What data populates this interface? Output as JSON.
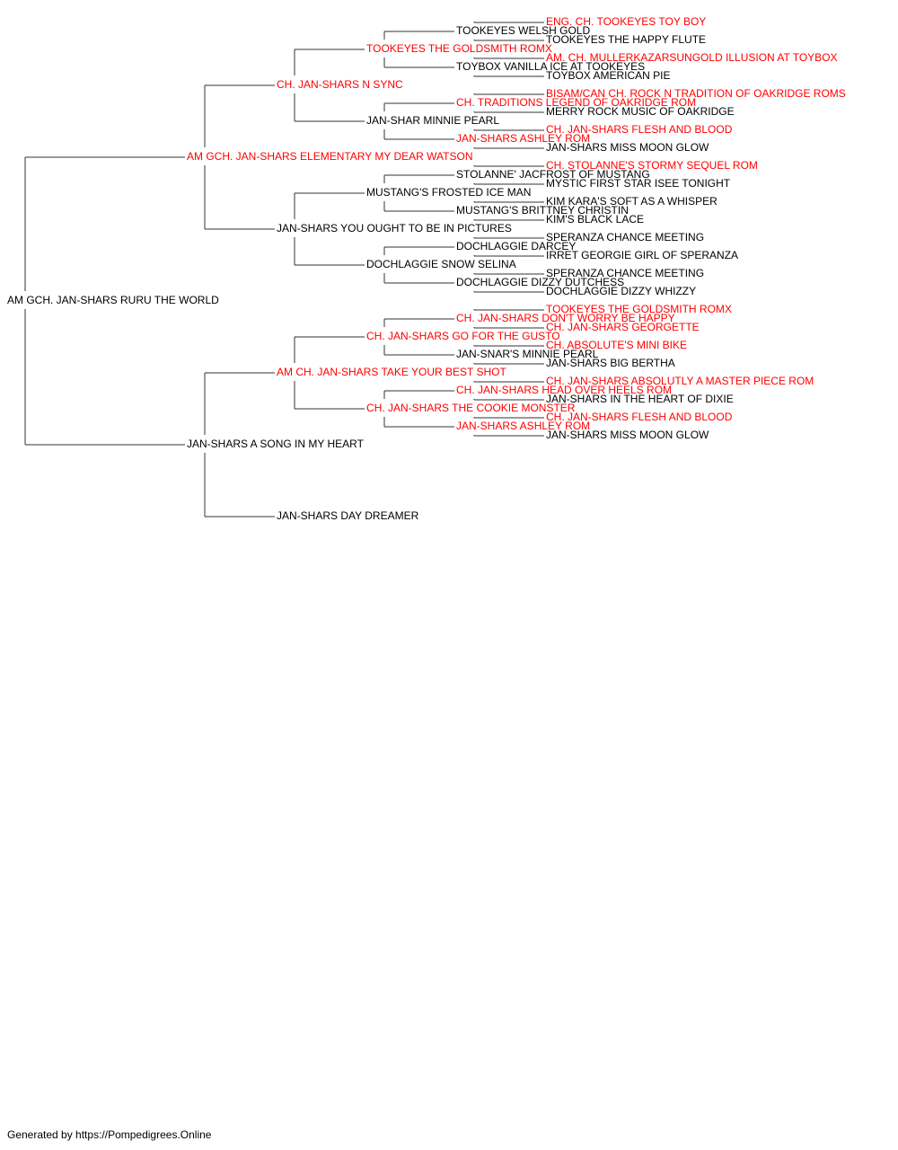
{
  "colors": {
    "champion": "#ff0000",
    "normal": "#000000",
    "connector": "#333333"
  },
  "footer": "Generated by https://Pompedigrees.Online",
  "pedigree": {
    "name": "AM GCH. JAN-SHARS RURU THE WORLD",
    "champion": false,
    "sire": {
      "name": "AM GCH. JAN-SHARS ELEMENTARY MY DEAR WATSON",
      "champion": true,
      "sire": {
        "name": "CH. JAN-SHARS N SYNC",
        "champion": true,
        "sire": {
          "name": "TOOKEYES THE GOLDSMITH ROMX",
          "champion": true,
          "sire": {
            "name": "TOOKEYES WELSH GOLD",
            "champion": false,
            "sire": {
              "name": "ENG. CH. TOOKEYES TOY BOY",
              "champion": true
            },
            "dam": {
              "name": "TOOKEYES THE HAPPY FLUTE",
              "champion": false
            }
          },
          "dam": {
            "name": "TOYBOX VANILLA ICE AT TOOKEYES",
            "champion": false,
            "sire": {
              "name": "AM. CH. MULLERKAZARSUNGOLD ILLUSION AT TOYBOX",
              "champion": true
            },
            "dam": {
              "name": "TOYBOX AMERICAN PIE",
              "champion": false
            }
          }
        },
        "dam": {
          "name": "JAN-SHAR MINNIE PEARL",
          "champion": false,
          "sire": {
            "name": "CH. TRADITIONS LEGEND OF OAKRIDGE ROM",
            "champion": true,
            "sire": {
              "name": "BISAM/CAN CH. ROCK N TRADITION OF OAKRIDGE ROMS",
              "champion": true
            },
            "dam": {
              "name": "MERRY ROCK MUSIC OF OAKRIDGE",
              "champion": false
            }
          },
          "dam": {
            "name": "JAN-SHARS ASHLEY ROM",
            "champion": true,
            "sire": {
              "name": "CH. JAN-SHARS FLESH AND BLOOD",
              "champion": true
            },
            "dam": {
              "name": "JAN-SHARS MISS MOON GLOW",
              "champion": false
            }
          }
        }
      },
      "dam": {
        "name": "JAN-SHARS YOU OUGHT TO BE IN PICTURES",
        "champion": false,
        "sire": {
          "name": "MUSTANG'S FROSTED ICE MAN",
          "champion": false,
          "sire": {
            "name": "STOLANNE' JACFROST OF MUSTANG",
            "champion": false,
            "sire": {
              "name": "CH. STOLANNE'S STORMY SEQUEL ROM",
              "champion": true
            },
            "dam": {
              "name": "MYSTIC FIRST STAR ISEE TONIGHT",
              "champion": false
            }
          },
          "dam": {
            "name": "MUSTANG'S BRITTNEY CHRISTIN",
            "champion": false,
            "sire": {
              "name": "KIM KARA'S SOFT AS A WHISPER",
              "champion": false
            },
            "dam": {
              "name": "KIM'S BLACK LACE",
              "champion": false
            }
          }
        },
        "dam": {
          "name": "DOCHLAGGIE SNOW SELINA",
          "champion": false,
          "sire": {
            "name": "DOCHLAGGIE DARCEY",
            "champion": false,
            "sire": {
              "name": "SPERANZA CHANCE MEETING",
              "champion": false
            },
            "dam": {
              "name": "IRRET GEORGIE GIRL OF SPERANZA",
              "champion": false
            }
          },
          "dam": {
            "name": "DOCHLAGGIE DIZZY DUTCHESS",
            "champion": false,
            "sire": {
              "name": "SPERANZA CHANCE MEETING",
              "champion": false
            },
            "dam": {
              "name": "DOCHLAGGIE DIZZY WHIZZY",
              "champion": false
            }
          }
        }
      }
    },
    "dam": {
      "name": "JAN-SHARS A SONG IN MY HEART",
      "champion": false,
      "sire": {
        "name": "AM CH. JAN-SHARS TAKE YOUR BEST SHOT",
        "champion": true,
        "sire": {
          "name": "CH. JAN-SHARS GO FOR THE GUSTO",
          "champion": true,
          "sire": {
            "name": "CH. JAN-SHARS DON'T WORRY BE HAPPY",
            "champion": true,
            "sire": {
              "name": "TOOKEYES THE GOLDSMITH ROMX",
              "champion": true
            },
            "dam": {
              "name": "CH. JAN-SHARS GEORGETTE",
              "champion": true
            }
          },
          "dam": {
            "name": "JAN-SNAR'S MINNIE PEARL",
            "champion": false,
            "sire": {
              "name": "CH. ABSOLUTE'S MINI BIKE",
              "champion": true
            },
            "dam": {
              "name": "JAN-SHARS BIG BERTHA",
              "champion": false
            }
          }
        },
        "dam": {
          "name": "CH. JAN-SHARS THE COOKIE MONSTER",
          "champion": true,
          "sire": {
            "name": "CH. JAN-SHARS HEAD OVER HEELS ROM",
            "champion": true,
            "sire": {
              "name": "CH. JAN-SHARS ABSOLUTLY A MASTER PIECE ROM",
              "champion": true
            },
            "dam": {
              "name": "JAN-SHARS IN THE HEART OF DIXIE",
              "champion": false
            }
          },
          "dam": {
            "name": "JAN-SHARS ASHLEY ROM",
            "champion": true,
            "sire": {
              "name": "CH. JAN-SHARS FLESH AND BLOOD",
              "champion": true
            },
            "dam": {
              "name": "JAN-SHARS MISS MOON GLOW",
              "champion": false
            }
          }
        }
      },
      "dam": {
        "name": "JAN-SHARS DAY DREAMER",
        "champion": false
      }
    }
  }
}
